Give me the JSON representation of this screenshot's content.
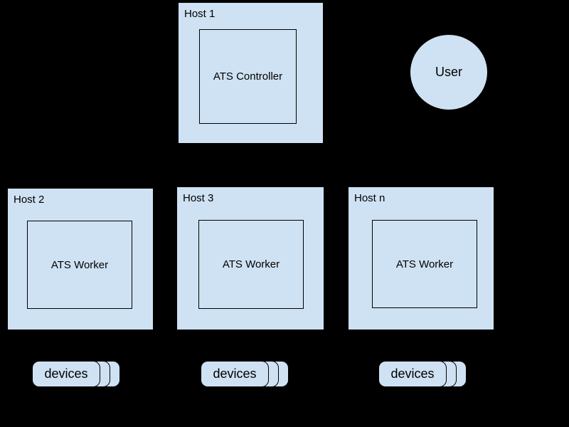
{
  "colors": {
    "background": "#000000",
    "shape_fill": "#cfe2f3",
    "shape_border": "#000000",
    "text": "#000000"
  },
  "hosts": [
    {
      "label": "Host 1",
      "component": "ATS Controller"
    },
    {
      "label": "Host 2",
      "component": "ATS Worker"
    },
    {
      "label": "Host 3",
      "component": "ATS Worker"
    },
    {
      "label": "Host n",
      "component": "ATS Worker"
    }
  ],
  "user": {
    "label": "User"
  },
  "device_stacks": [
    {
      "label": "devices"
    },
    {
      "label": "devices"
    },
    {
      "label": "devices"
    }
  ]
}
